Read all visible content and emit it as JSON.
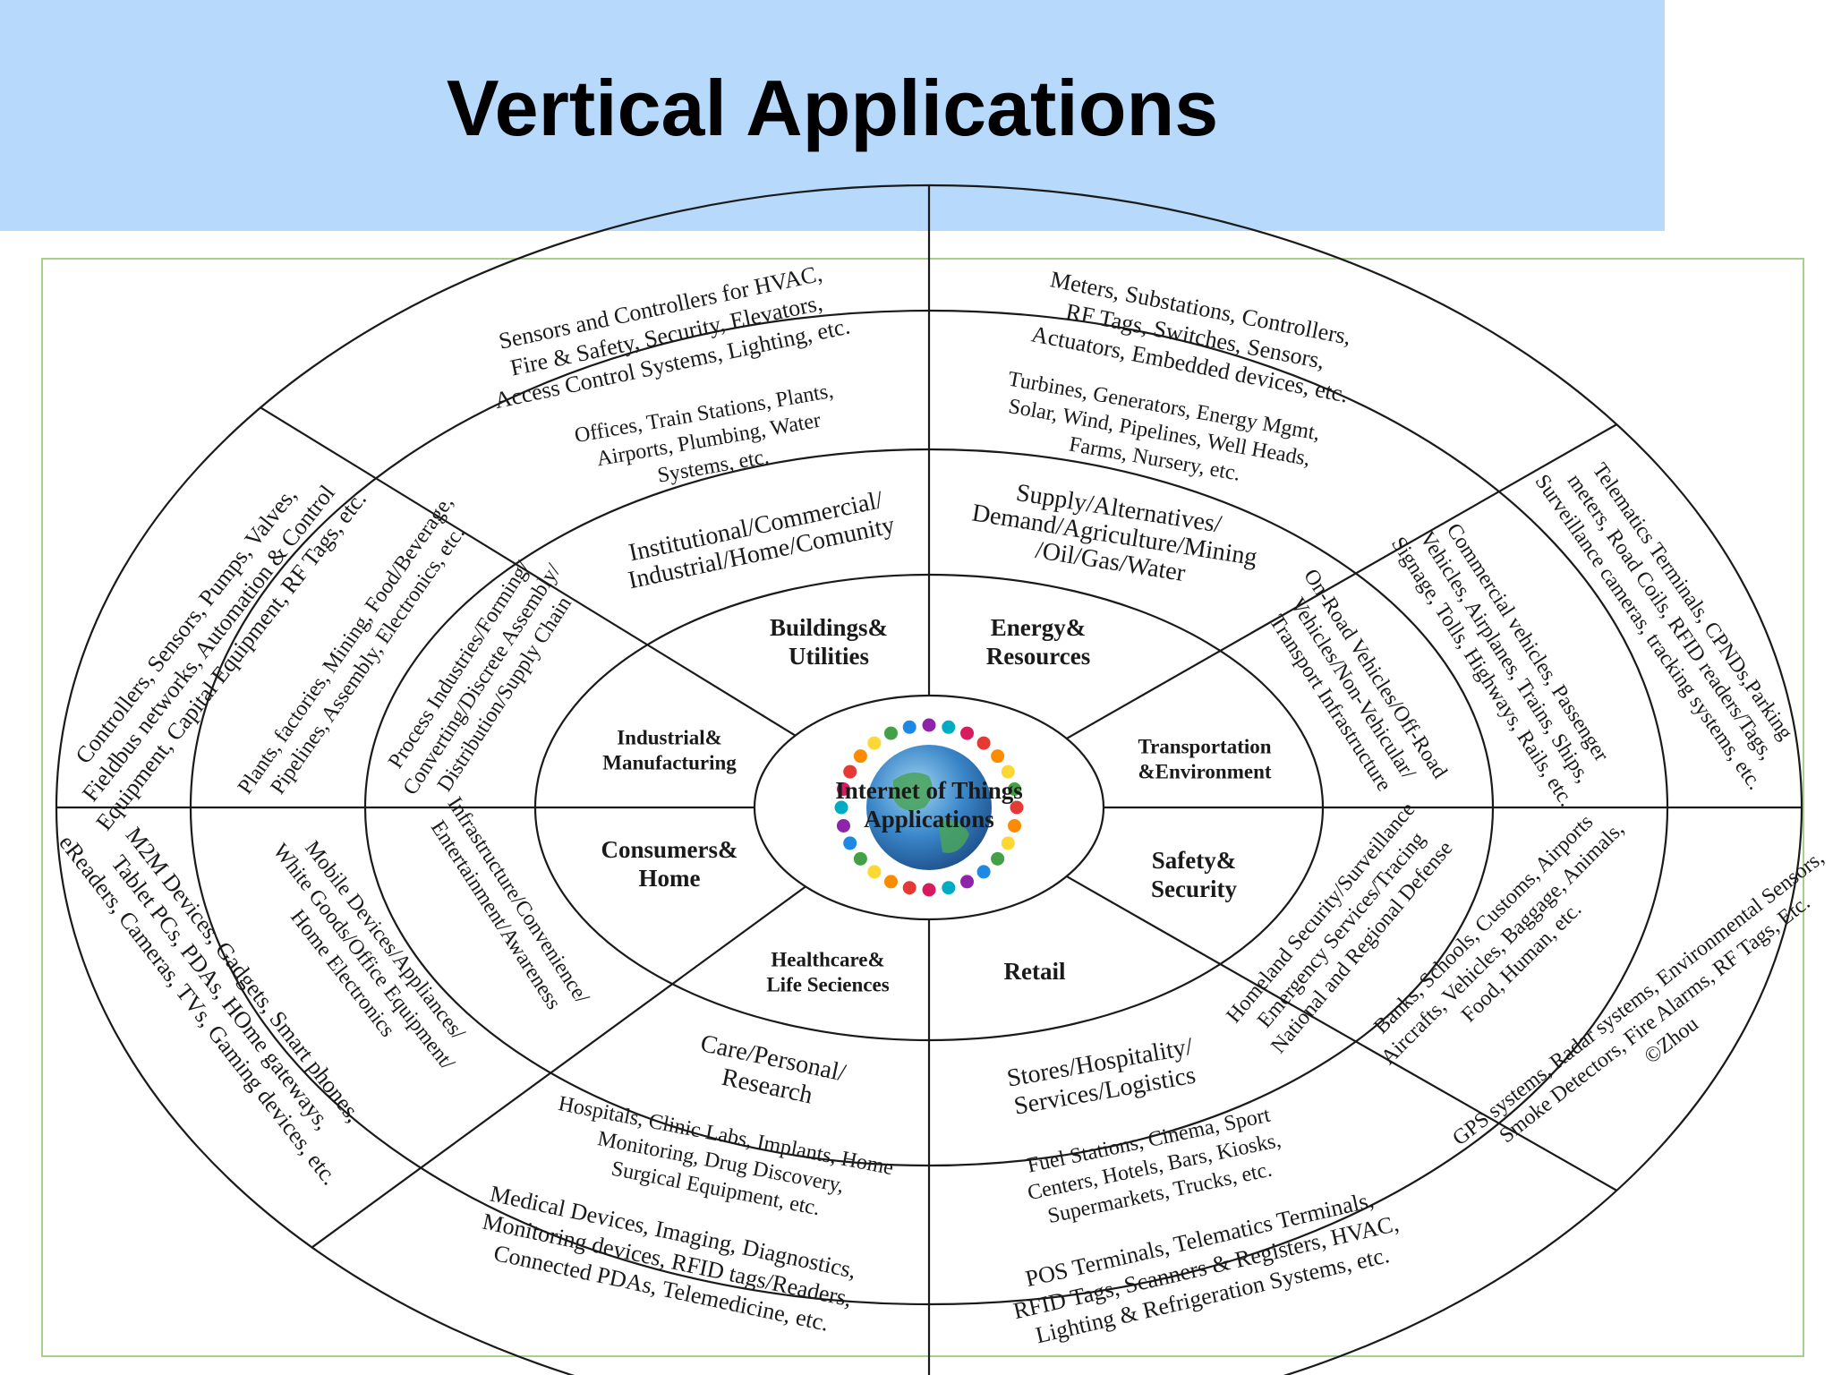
{
  "slide": {
    "title": "Vertical Applications"
  },
  "colors": {
    "header_bg": "#b7d9fb",
    "frame_border": "#a8d08d",
    "ink": "#1a1a1a"
  },
  "center": {
    "line1": "Internet of Things",
    "line2": "Applications",
    "icon": "globe-with-people-icon"
  },
  "sectors": [
    {
      "id": "buildings",
      "ring1": [
        "Buildings&",
        "Utilities"
      ],
      "ring2": [
        "Institutional/Commercial/",
        "Industrial/Home/Comunity"
      ],
      "ring3": [
        "Offices, Train Stations, Plants,",
        "Airports, Plumbing, Water",
        "Systems, etc."
      ],
      "ring4": [
        "Sensors and Controllers for HVAC,",
        "Fire & Safety, Security, Elevators,",
        "Access Control Systems, Lighting, etc."
      ]
    },
    {
      "id": "energy",
      "ring1": [
        "Energy&",
        "Resources"
      ],
      "ring2": [
        "Supply/Alternatives/",
        "Demand/Agriculture/Mining",
        "/Oil/Gas/Water"
      ],
      "ring3": [
        "Turbines, Generators, Energy Mgmt,",
        "Solar, Wind, Pipelines, Well Heads,",
        "Farms, Nursery, etc."
      ],
      "ring4": [
        "Meters, Substations, Controllers,",
        "RF Tags, Switches, Sensors,",
        "Actuators, Embedded devices, etc."
      ]
    },
    {
      "id": "transportation",
      "ring1": [
        "Transportation",
        "&Environment"
      ],
      "ring2": [
        "On-Road Vehicles/Off-Road",
        "Vehicles/Non-Vehicular/",
        "Transport Infrastructure"
      ],
      "ring3": [
        "Commercial vehicles, Passenger",
        "Vehicles, Airplanes, Trains, Ships,",
        "Signage, Tolls, Highways, Rails, etc."
      ],
      "ring4": [
        "Telematics Terminals, CPNDs,Parking",
        "meters, Road Coils, RFID readers/Tags,",
        "Surveillance cameras, tracking systems, etc."
      ]
    },
    {
      "id": "safety",
      "ring1": [
        "Safety&",
        "Security"
      ],
      "ring2": [
        "Homeland Security/Surveillance",
        "Emergency Services/Tracing",
        "National and Regional Defense"
      ],
      "ring3": [
        "Banks, Schools, Customs, Airports",
        "Aircrafts, Vehicles, Baggage, Animals,",
        "Food, Human, etc."
      ],
      "ring4": [
        "GPS systems, Radar systems, Environmental Sensors,",
        "Smoke Detectors, Fire Alarms, RF Tags, Etc.",
        "©Zhou"
      ]
    },
    {
      "id": "retail",
      "ring1": [
        "Retail"
      ],
      "ring2": [
        "Stores/Hospitality/",
        "Services/Logistics"
      ],
      "ring3": [
        "Fuel Stations, Cinema, Sport",
        "Centers, Hotels, Bars, Kiosks,",
        "Supermarkets, Trucks, etc."
      ],
      "ring4": [
        "POS Terminals, Telematics Terminals,",
        "RFID Tags, Scanners & Registers, HVAC,",
        "Lighting & Refrigeration Systems, etc."
      ]
    },
    {
      "id": "healthcare",
      "ring1": [
        "Healthcare&",
        "Life Seciences"
      ],
      "ring2": [
        "Care/Personal/",
        "Research"
      ],
      "ring3": [
        "Hospitals, Clinic Labs, Implants, Home",
        "Monitoring, Drug Discovery,",
        "Surgical Equipment, etc."
      ],
      "ring4": [
        "Medical Devices, Imaging, Diagnostics,",
        "Monitoring devices, RFID tags/Readers,",
        "Connected PDAs, Telemedicine, etc."
      ]
    },
    {
      "id": "consumers",
      "ring1": [
        "Consumers&",
        "Home"
      ],
      "ring2": [
        "Infrastructure/Convenience/",
        "Entertainment/Awareness"
      ],
      "ring3": [
        "Mobile Devices/Appliances/",
        "White Goods/Office Equipment/",
        "Home Electronics"
      ],
      "ring4": [
        "M2M Devices, Gadgets, Smart phones,",
        "Tablet PCs, PDAs, HOme gateways,",
        "eReaders, Cameras, TVs, Gaming devices, etc."
      ]
    },
    {
      "id": "industrial",
      "ring1": [
        "Industrial&",
        "Manufacturing"
      ],
      "ring2": [
        "Process Industries/Forming/",
        "Converting/Discrete Assembly/",
        "Distribution/Supply Chain"
      ],
      "ring3": [
        "Plants, factories, Mining, Food/Beverage,",
        "Pipelines, Assembly, Electronics, etc."
      ],
      "ring4": [
        "Controllers, Sensors, Pumps, Valves,",
        "Fieldbus networks, Automation & Control",
        "Equipment, Capital Equipment, RF Tags, etc."
      ]
    }
  ]
}
